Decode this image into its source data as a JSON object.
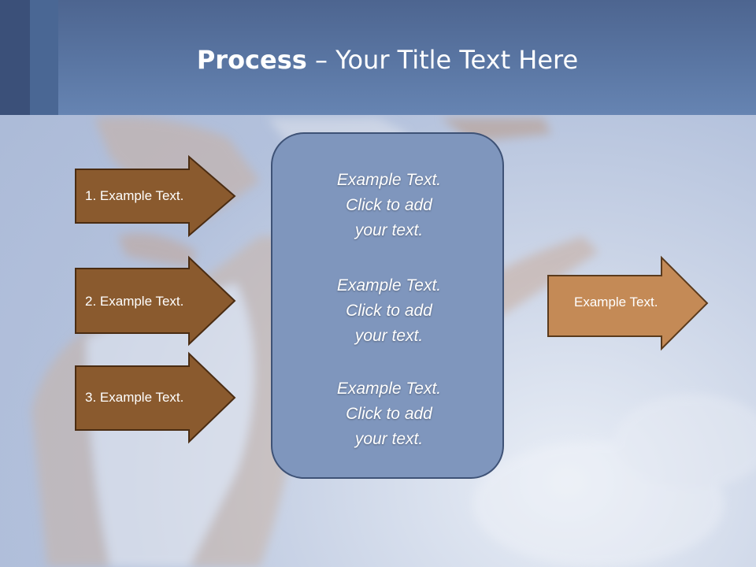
{
  "slide": {
    "title_bold": "Process",
    "title_rest": " – Your Title Text Here"
  },
  "left_arrows": [
    {
      "label": "1. Example Text."
    },
    {
      "label": "2. Example Text."
    },
    {
      "label": "3. Example Text."
    }
  ],
  "center_box": {
    "paragraphs": [
      {
        "lines": [
          "Example Text.",
          "Click  to add",
          "your text."
        ]
      },
      {
        "lines": [
          "Example Text.",
          "Click  to add",
          "your text."
        ]
      },
      {
        "lines": [
          "Example Text.",
          "Click  to add",
          "your text."
        ]
      }
    ]
  },
  "right_arrow": {
    "label": "Example Text."
  },
  "colors": {
    "header": "#5a76a3",
    "left_arrow_fill": "#8a5a2e",
    "right_arrow_fill": "#c48a56",
    "center_box_fill": "#7f96bd"
  }
}
